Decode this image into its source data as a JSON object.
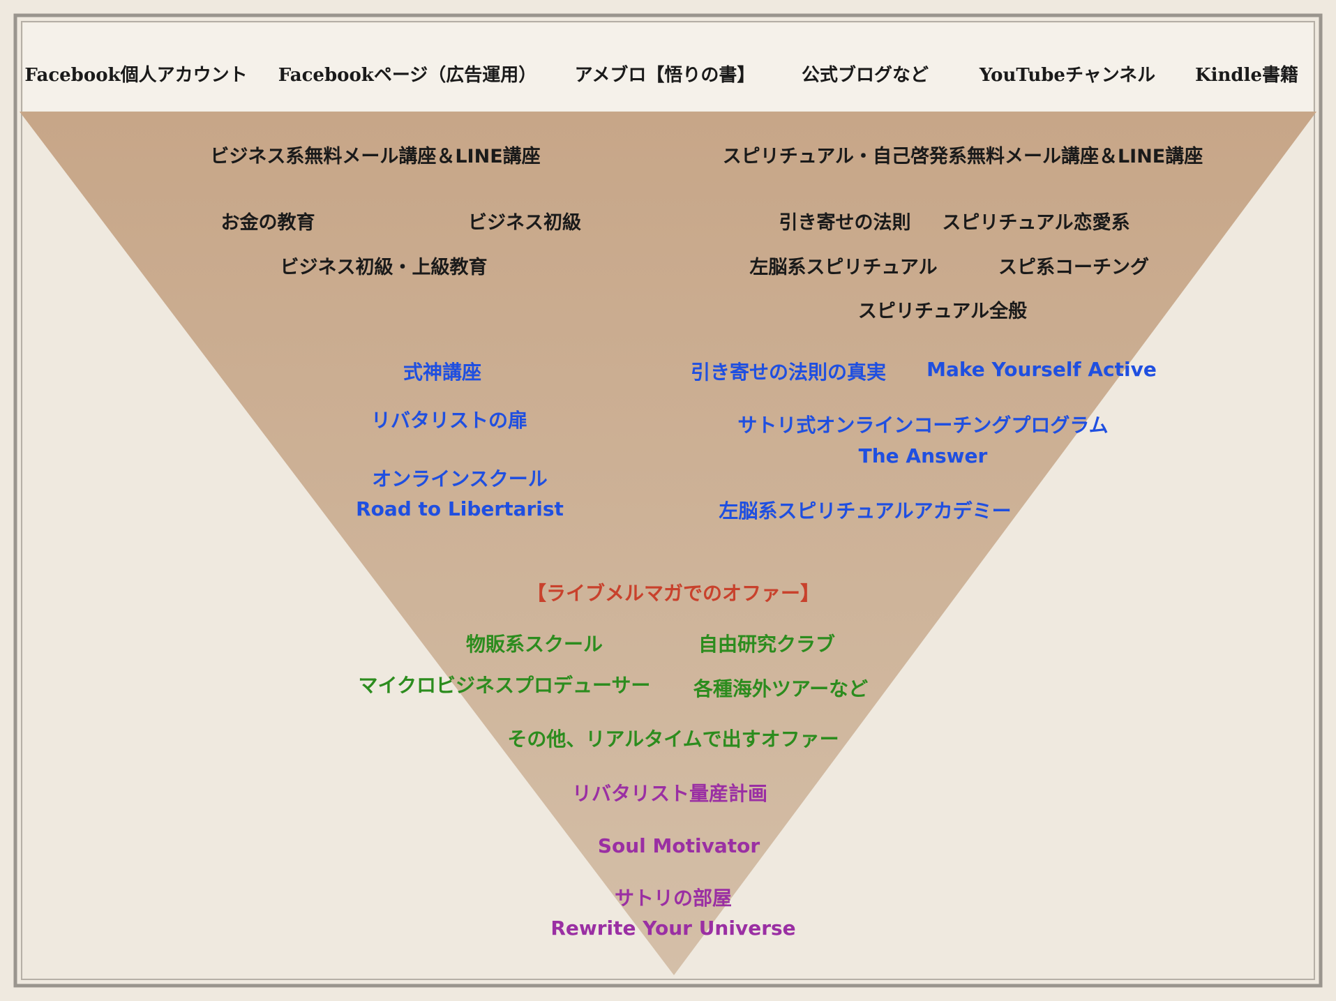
{
  "header": {
    "channels": [
      "Facebook個人アカウント",
      "Facebookページ（広告運用）",
      "アメブロ【悟りの書】",
      "公式ブログなど",
      "YouTubeチャンネル",
      "Kindle書籍"
    ]
  },
  "funnel": {
    "business": {
      "title": "ビジネス系無料メール講座＆LINE講座",
      "items": [
        "お金の教育",
        "ビジネス初級",
        "ビジネス初級・上級教育"
      ],
      "products": [
        "式神講座",
        "リバタリストの扉",
        "オンラインスクール",
        "Road to Libertarist"
      ]
    },
    "spiritual": {
      "title": "スピリチュアル・自己啓発系無料メール講座＆LINE講座",
      "items": [
        "引き寄せの法則",
        "スピリチュアル恋愛系",
        "左脳系スピリチュアル",
        "スピ系コーチング",
        "スピリチュアル全般"
      ],
      "products": [
        "引き寄せの法則の真実",
        "Make Yourself Active",
        "サトリ式オンラインコーチングプログラム",
        "The Answer",
        "左脳系スピリチュアルアカデミー"
      ]
    },
    "live_offer": {
      "title": "【ライブメルマガでのオファー】",
      "items": [
        "物販系スクール",
        "自由研究クラブ",
        "マイクロビジネスプロデューサー",
        "各種海外ツアーなど",
        "その他、リアルタイムで出すオファー"
      ]
    },
    "top_tier": [
      "リバタリスト量産計画",
      "Soul Motivator",
      "サトリの部屋",
      "Rewrite Your Universe"
    ]
  },
  "colors": {
    "funnel": "#c9a98e",
    "page_background": "#efe9df",
    "header_band": "#f5f1ea",
    "blue_text": "#1f4fe0",
    "red_text": "#c8412c",
    "green_text": "#2c8c1e",
    "purple_text": "#9a2fa3"
  }
}
